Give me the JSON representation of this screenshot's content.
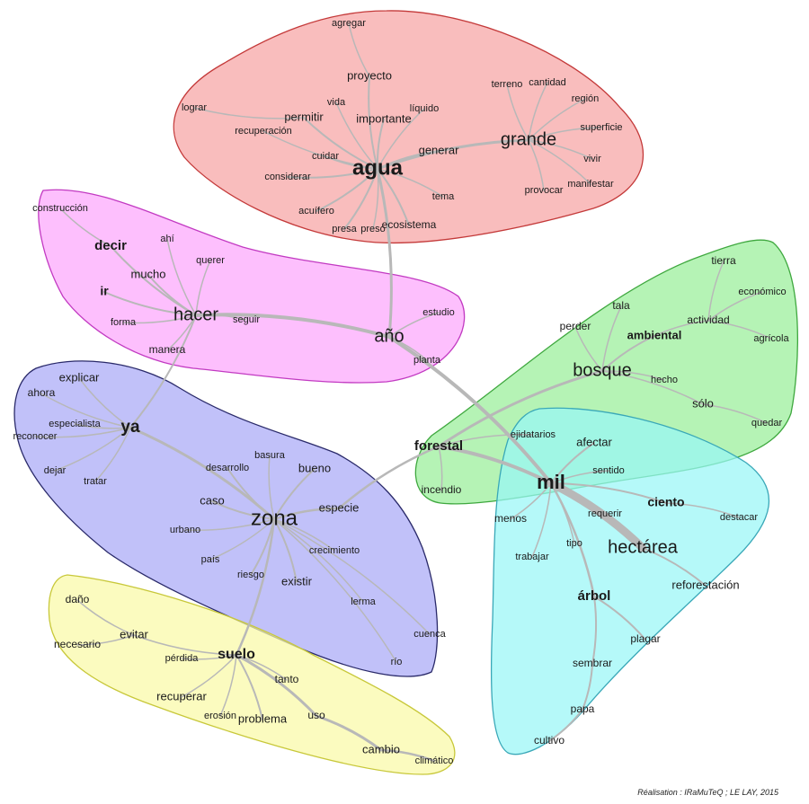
{
  "credit": "Réalisation : IRaMuTeQ  ; LE LAY, 2015",
  "colors": {
    "red": "#f7a3a3",
    "magenta": "#fca6fc",
    "green": "#98ee98",
    "blue": "#a9a9f7",
    "cyan": "#98f6f6",
    "yellow": "#fafaa6",
    "edge": "#b8b8b8"
  },
  "clusters": [
    {
      "id": "red",
      "color": "#f7a3a3",
      "stroke": "#c43a3a",
      "words": [
        {
          "id": "agua",
          "text": "agua",
          "size": 24,
          "bold": true
        },
        {
          "id": "grande",
          "text": "grande",
          "size": 20
        },
        {
          "id": "agregar",
          "text": "agregar",
          "size": 11
        },
        {
          "id": "proyecto",
          "text": "proyecto",
          "size": 13
        },
        {
          "id": "lograr",
          "text": "lograr",
          "size": 11
        },
        {
          "id": "vida",
          "text": "vida",
          "size": 11
        },
        {
          "id": "permitir",
          "text": "permitir",
          "size": 13
        },
        {
          "id": "importante",
          "text": "importante",
          "size": 13
        },
        {
          "id": "liquido",
          "text": "líquido",
          "size": 11
        },
        {
          "id": "recuperacion",
          "text": "recuperación",
          "size": 11
        },
        {
          "id": "cuidar",
          "text": "cuidar",
          "size": 11
        },
        {
          "id": "considerar",
          "text": "considerar",
          "size": 11
        },
        {
          "id": "acuifero",
          "text": "acuífero",
          "size": 11
        },
        {
          "id": "presa",
          "text": "presa",
          "size": 11
        },
        {
          "id": "preso",
          "text": "preso",
          "size": 11
        },
        {
          "id": "ecosistema",
          "text": "ecosistema",
          "size": 12
        },
        {
          "id": "generar",
          "text": "generar",
          "size": 13
        },
        {
          "id": "tema",
          "text": "tema",
          "size": 11
        },
        {
          "id": "terreno",
          "text": "terreno",
          "size": 11
        },
        {
          "id": "cantidad",
          "text": "cantidad",
          "size": 11
        },
        {
          "id": "region",
          "text": "región",
          "size": 11
        },
        {
          "id": "superficie",
          "text": "superficie",
          "size": 11
        },
        {
          "id": "vivir",
          "text": "vivir",
          "size": 11
        },
        {
          "id": "provocar",
          "text": "provocar",
          "size": 11
        },
        {
          "id": "manifestar",
          "text": "manifestar",
          "size": 11
        }
      ]
    },
    {
      "id": "magenta",
      "color": "#fca6fc",
      "stroke": "#c23ac2",
      "words": [
        {
          "id": "hacer",
          "text": "hacer",
          "size": 20
        },
        {
          "id": "ano",
          "text": "año",
          "size": 20
        },
        {
          "id": "construccion",
          "text": "construcción",
          "size": 11
        },
        {
          "id": "decir",
          "text": "decir",
          "size": 15,
          "bold": true
        },
        {
          "id": "ahi",
          "text": "ahí",
          "size": 11
        },
        {
          "id": "mucho",
          "text": "mucho",
          "size": 13
        },
        {
          "id": "querer",
          "text": "querer",
          "size": 11
        },
        {
          "id": "ir",
          "text": "ir",
          "size": 14,
          "bold": true
        },
        {
          "id": "forma",
          "text": "forma",
          "size": 11
        },
        {
          "id": "seguir",
          "text": "seguir",
          "size": 11
        },
        {
          "id": "manera",
          "text": "manera",
          "size": 12
        },
        {
          "id": "estudio",
          "text": "estudio",
          "size": 11
        },
        {
          "id": "planta",
          "text": "planta",
          "size": 11
        }
      ]
    },
    {
      "id": "green",
      "color": "#98ee98",
      "stroke": "#3fa83f",
      "words": [
        {
          "id": "bosque",
          "text": "bosque",
          "size": 20
        },
        {
          "id": "forestal",
          "text": "forestal",
          "size": 15,
          "bold": true
        },
        {
          "id": "tierra",
          "text": "tierra",
          "size": 12
        },
        {
          "id": "tala",
          "text": "tala",
          "size": 12
        },
        {
          "id": "economico",
          "text": "económico",
          "size": 11
        },
        {
          "id": "perder",
          "text": "perder",
          "size": 12
        },
        {
          "id": "ambiental",
          "text": "ambiental",
          "size": 13,
          "bold": true
        },
        {
          "id": "actividad",
          "text": "actividad",
          "size": 12
        },
        {
          "id": "agricola",
          "text": "agrícola",
          "size": 11
        },
        {
          "id": "hecho",
          "text": "hecho",
          "size": 11
        },
        {
          "id": "solo",
          "text": "sólo",
          "size": 13
        },
        {
          "id": "quedar",
          "text": "quedar",
          "size": 11
        },
        {
          "id": "ejidatarios",
          "text": "ejidatarios",
          "size": 11
        },
        {
          "id": "incendio",
          "text": "incendio",
          "size": 12
        }
      ]
    },
    {
      "id": "blue",
      "color": "#a9a9f7",
      "stroke": "#2a2a6a",
      "words": [
        {
          "id": "zona",
          "text": "zona",
          "size": 24
        },
        {
          "id": "ya",
          "text": "ya",
          "size": 19,
          "bold": true
        },
        {
          "id": "explicar",
          "text": "explicar",
          "size": 13
        },
        {
          "id": "ahora",
          "text": "ahora",
          "size": 12
        },
        {
          "id": "especialista",
          "text": "especialista",
          "size": 11
        },
        {
          "id": "reconocer",
          "text": "reconocer",
          "size": 11
        },
        {
          "id": "dejar",
          "text": "dejar",
          "size": 11
        },
        {
          "id": "tratar",
          "text": "tratar",
          "size": 11
        },
        {
          "id": "basura",
          "text": "basura",
          "size": 11
        },
        {
          "id": "desarrollo",
          "text": "desarrollo",
          "size": 11
        },
        {
          "id": "bueno",
          "text": "bueno",
          "size": 13
        },
        {
          "id": "caso",
          "text": "caso",
          "size": 13
        },
        {
          "id": "especie",
          "text": "especie",
          "size": 13
        },
        {
          "id": "urbano",
          "text": "urbano",
          "size": 11
        },
        {
          "id": "pais",
          "text": "país",
          "size": 11
        },
        {
          "id": "crecimiento",
          "text": "crecimiento",
          "size": 11
        },
        {
          "id": "riesgo",
          "text": "riesgo",
          "size": 11
        },
        {
          "id": "existir",
          "text": "existir",
          "size": 13
        },
        {
          "id": "lerma",
          "text": "lerma",
          "size": 11
        },
        {
          "id": "cuenca",
          "text": "cuenca",
          "size": 11
        },
        {
          "id": "rio",
          "text": "río",
          "size": 11
        }
      ]
    },
    {
      "id": "cyan",
      "color": "#98f6f6",
      "stroke": "#3aa8b8",
      "words": [
        {
          "id": "mil",
          "text": "mil",
          "size": 22,
          "bold": true
        },
        {
          "id": "hectarea",
          "text": "hectárea",
          "size": 20
        },
        {
          "id": "afectar",
          "text": "afectar",
          "size": 13
        },
        {
          "id": "sentido",
          "text": "sentido",
          "size": 11
        },
        {
          "id": "ciento",
          "text": "ciento",
          "size": 14,
          "bold": true
        },
        {
          "id": "destacar",
          "text": "destacar",
          "size": 11
        },
        {
          "id": "menos",
          "text": "menos",
          "size": 12
        },
        {
          "id": "requerir",
          "text": "requerir",
          "size": 11
        },
        {
          "id": "tipo",
          "text": "tipo",
          "size": 11
        },
        {
          "id": "trabajar",
          "text": "trabajar",
          "size": 11
        },
        {
          "id": "reforestacion",
          "text": "reforestación",
          "size": 13
        },
        {
          "id": "arbol",
          "text": "árbol",
          "size": 15,
          "bold": true
        },
        {
          "id": "plagar",
          "text": "plagar",
          "size": 12
        },
        {
          "id": "sembrar",
          "text": "sembrar",
          "size": 12
        },
        {
          "id": "papa",
          "text": "papa",
          "size": 12
        },
        {
          "id": "cultivo",
          "text": "cultivo",
          "size": 12
        }
      ]
    },
    {
      "id": "yellow",
      "color": "#fafaa6",
      "stroke": "#c8c83a",
      "words": [
        {
          "id": "suelo",
          "text": "suelo",
          "size": 16,
          "bold": true
        },
        {
          "id": "dano",
          "text": "daño",
          "size": 12
        },
        {
          "id": "evitar",
          "text": "evitar",
          "size": 13
        },
        {
          "id": "necesario",
          "text": "necesario",
          "size": 12
        },
        {
          "id": "perdida",
          "text": "pérdida",
          "size": 11
        },
        {
          "id": "tanto",
          "text": "tanto",
          "size": 12
        },
        {
          "id": "recuperar",
          "text": "recuperar",
          "size": 13
        },
        {
          "id": "erosion",
          "text": "erosión",
          "size": 11
        },
        {
          "id": "problema",
          "text": "problema",
          "size": 13
        },
        {
          "id": "uso",
          "text": "uso",
          "size": 12
        },
        {
          "id": "cambio",
          "text": "cambio",
          "size": 13
        },
        {
          "id": "climatico",
          "text": "climático",
          "size": 11
        }
      ]
    }
  ]
}
